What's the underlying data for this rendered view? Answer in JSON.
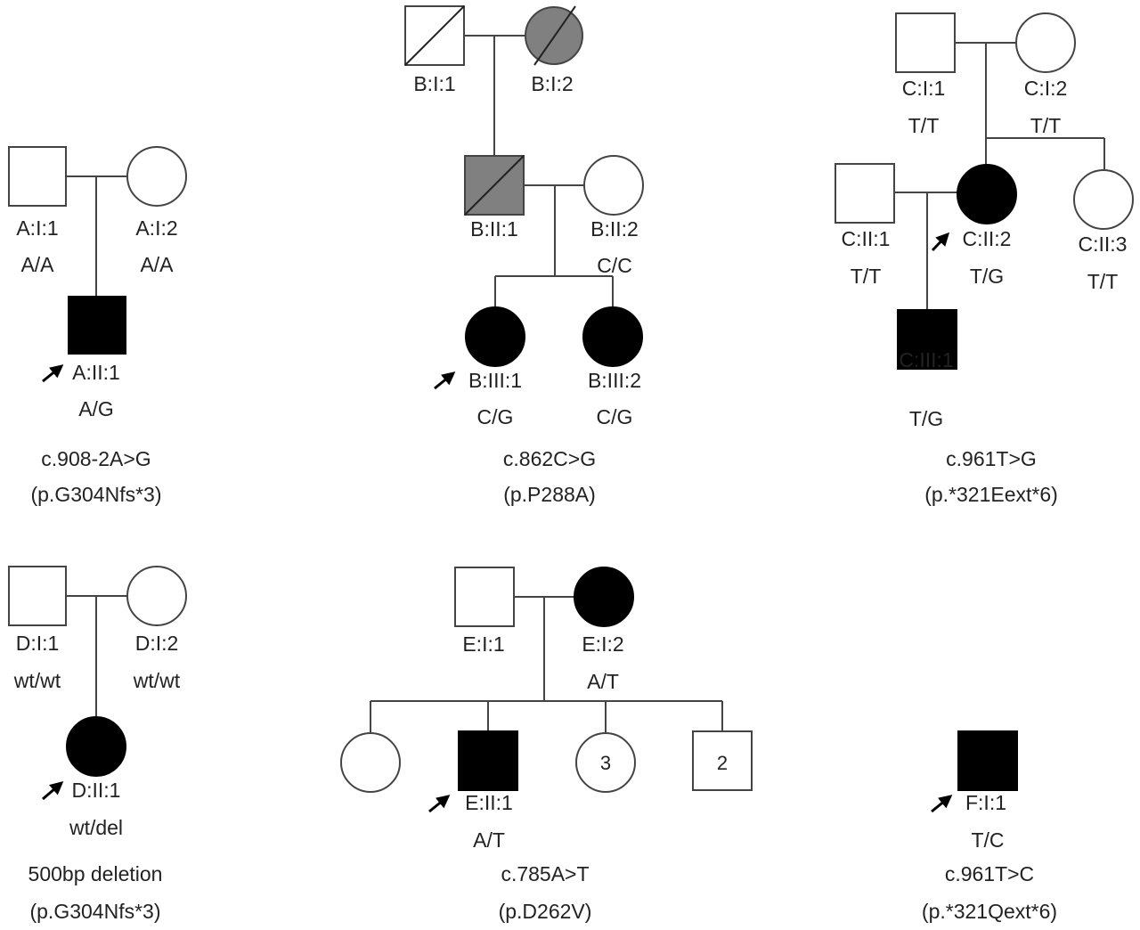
{
  "families": [
    {
      "id": "A",
      "variant": "c.908-2A>G",
      "protein": "(p.G304Nfs*3)",
      "individuals": [
        {
          "id": "A:I:1",
          "sex": "male",
          "status": "unaffected",
          "genotype": "A/A"
        },
        {
          "id": "A:I:2",
          "sex": "female",
          "status": "unaffected",
          "genotype": "A/A"
        },
        {
          "id": "A:II:1",
          "sex": "male",
          "status": "affected",
          "proband": true,
          "genotype": "A/G"
        }
      ]
    },
    {
      "id": "B",
      "variant": "c.862C>G",
      "protein": "(p.P288A)",
      "individuals": [
        {
          "id": "B:I:1",
          "sex": "male",
          "status": "deceased"
        },
        {
          "id": "B:I:2",
          "sex": "female",
          "status": "affected-deceased"
        },
        {
          "id": "B:II:1",
          "sex": "male",
          "status": "affected-deceased"
        },
        {
          "id": "B:II:2",
          "sex": "female",
          "status": "unaffected",
          "genotype": "C/C"
        },
        {
          "id": "B:III:1",
          "sex": "female",
          "status": "affected",
          "proband": true,
          "genotype": "C/G"
        },
        {
          "id": "B:III:2",
          "sex": "female",
          "status": "affected",
          "genotype": "C/G"
        }
      ]
    },
    {
      "id": "C",
      "variant": "c.961T>G",
      "protein": "(p.*321Eext*6)",
      "individuals": [
        {
          "id": "C:I:1",
          "sex": "male",
          "status": "unaffected",
          "genotype": "T/T"
        },
        {
          "id": "C:I:2",
          "sex": "female",
          "status": "unaffected",
          "genotype": "T/T"
        },
        {
          "id": "C:II:1",
          "sex": "male",
          "status": "unaffected",
          "genotype": "T/T"
        },
        {
          "id": "C:II:2",
          "sex": "female",
          "status": "affected",
          "proband": true,
          "genotype": "T/G"
        },
        {
          "id": "C:II:3",
          "sex": "female",
          "status": "unaffected",
          "genotype": "T/T"
        },
        {
          "id": "C:III:1",
          "sex": "male",
          "status": "affected",
          "genotype": "T/G"
        }
      ]
    },
    {
      "id": "D",
      "variant": "500bp deletion",
      "protein": "(p.G304Nfs*3)",
      "individuals": [
        {
          "id": "D:I:1",
          "sex": "male",
          "status": "unaffected",
          "genotype": "wt/wt"
        },
        {
          "id": "D:I:2",
          "sex": "female",
          "status": "unaffected",
          "genotype": "wt/wt"
        },
        {
          "id": "D:II:1",
          "sex": "female",
          "status": "affected",
          "proband": true,
          "genotype": "wt/del"
        }
      ]
    },
    {
      "id": "E",
      "variant": "c.785A>T",
      "protein": "(p.D262V)",
      "individuals": [
        {
          "id": "E:I:1",
          "sex": "male",
          "status": "unaffected"
        },
        {
          "id": "E:I:2",
          "sex": "female",
          "status": "affected",
          "genotype": "A/T"
        },
        {
          "id": "E:II:1",
          "sex": "male",
          "status": "affected",
          "proband": true,
          "genotype": "A/T"
        }
      ],
      "siblings": [
        {
          "sex": "female",
          "count": ""
        },
        {
          "sex": "female",
          "count": "3"
        },
        {
          "sex": "male",
          "count": "2"
        }
      ]
    },
    {
      "id": "F",
      "variant": "c.961T>C",
      "protein": "(p.*321Qext*6)",
      "individuals": [
        {
          "id": "F:I:1",
          "sex": "male",
          "status": "affected",
          "proband": true,
          "genotype": "T/C"
        }
      ]
    }
  ],
  "colors": {
    "affected": "#000000",
    "affected_deceased": "#808080",
    "unaffected": "#ffffff",
    "line": "#444444",
    "text": "#222222"
  }
}
